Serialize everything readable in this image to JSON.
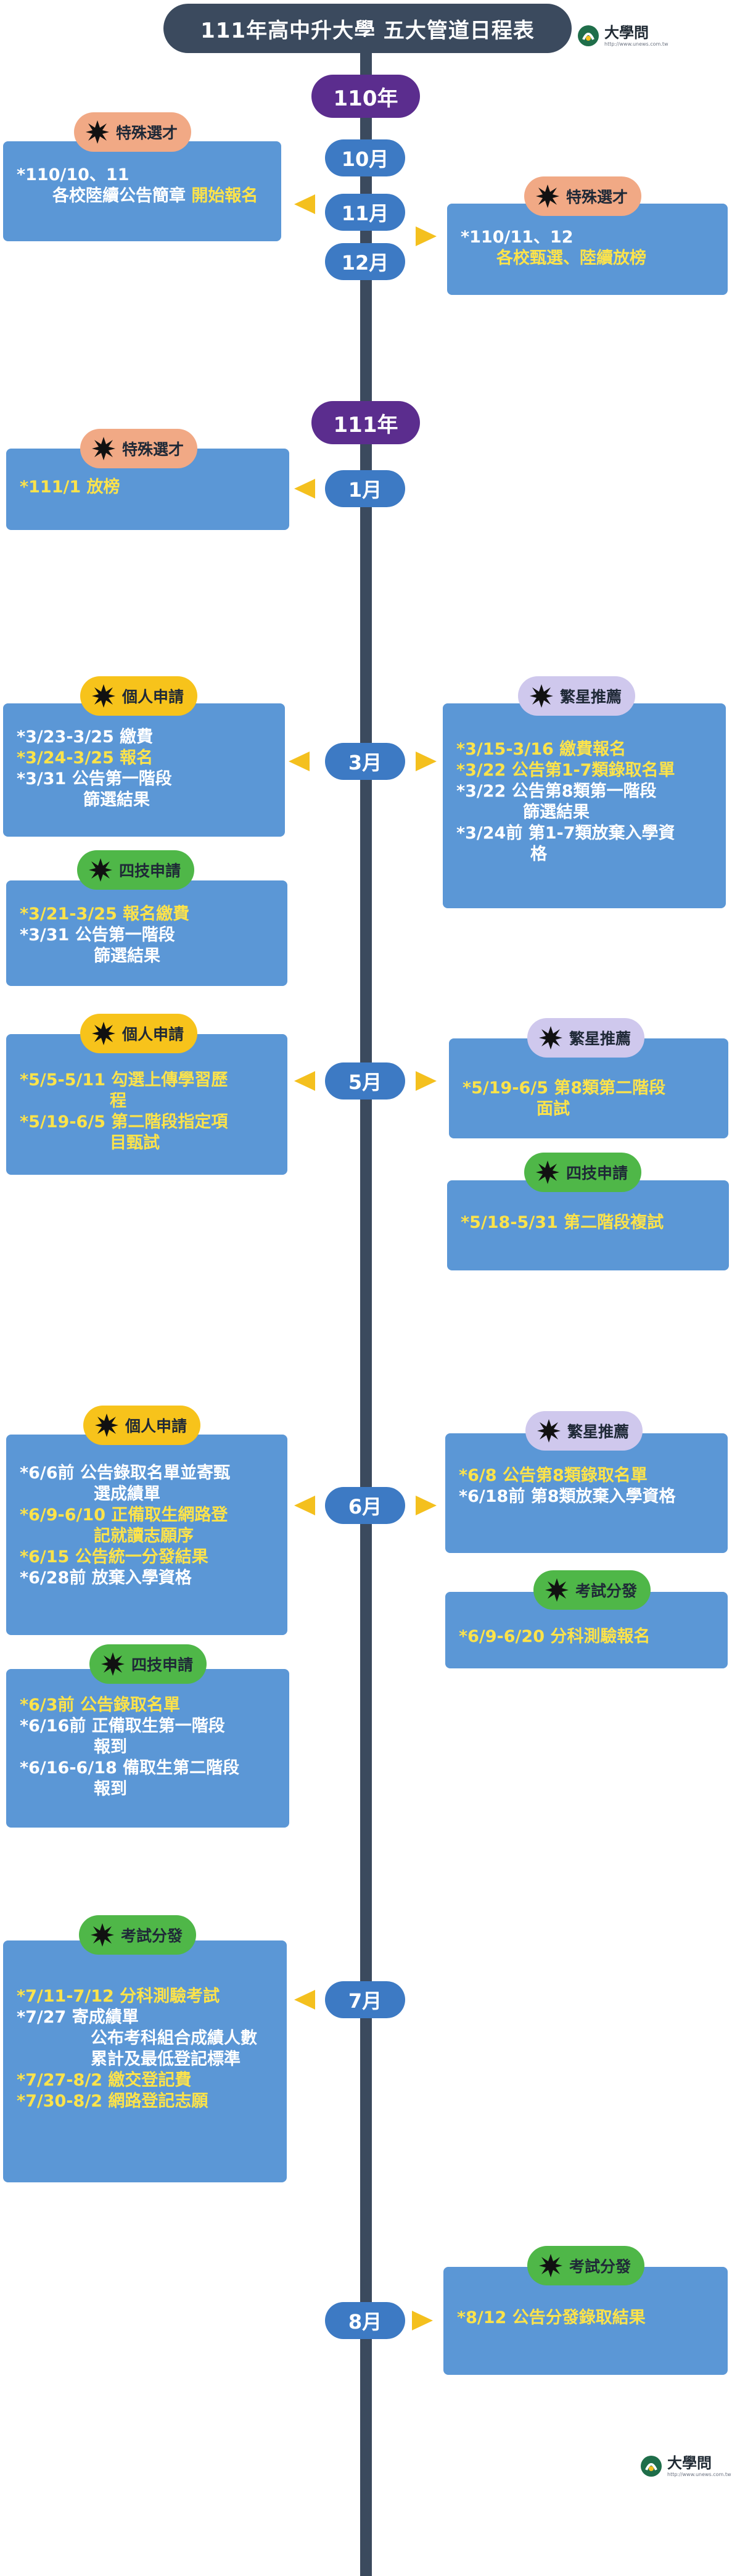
{
  "header": {
    "title": "111年高中升大學  五大管道日程表",
    "brand_name": "大學問",
    "brand_sub": "http://www.unews.com.tw"
  },
  "colors": {
    "timeline": "#3b4a5e",
    "year_pill": "#5b2d8e",
    "month_pill": "#3d7ac4",
    "box": "#5b97d6",
    "highlight_text": "#fde34a",
    "arrow": "#f4c01e",
    "tag_special": "#f1a985",
    "tag_personal": "#f7c31b",
    "tag_star": "#cfc8ed",
    "tag_green": "#4fb748"
  },
  "years": [
    "110年",
    "111年"
  ],
  "months": [
    "10月",
    "11月",
    "12月",
    "1月",
    "3月",
    "5月",
    "6月",
    "7月",
    "8月"
  ],
  "tags": {
    "special": "特殊選才",
    "personal": "個人申請",
    "star": "繁星推薦",
    "tech": "四技申請",
    "exam": "考試分發"
  },
  "boxes": {
    "special_110_left": [
      "*110/10、11",
      "各校陸續公告簡章 ",
      "開始報名"
    ],
    "special_110_right": [
      "*110/11、12",
      "各校甄選、陸續放榜"
    ],
    "special_111": [
      "*111/1 放榜"
    ],
    "personal_mar": [
      "*3/23-3/25 繳費",
      "*3/24-3/25 報名",
      "*3/31 公告第一階段",
      "篩選結果"
    ],
    "star_mar": [
      "*3/15-3/16 繳費報名",
      "*3/22 公告第1-7類錄取名單",
      "*3/22 公告第8類第一階段",
      "篩選結果",
      "*3/24前 第1-7類放棄入學資",
      "格"
    ],
    "tech_mar": [
      "*3/21-3/25 報名繳費",
      "*3/31 公告第一階段",
      "篩選結果"
    ],
    "personal_may": [
      "*5/5-5/11 勾選上傳學習歷",
      "程",
      "*5/19-6/5 第二階段指定項",
      "目甄試"
    ],
    "star_may": [
      "*5/19-6/5  第8類第二階段",
      "面試"
    ],
    "tech_may": [
      "*5/18-5/31 第二階段複試"
    ],
    "personal_jun": [
      "*6/6前 公告錄取名單並寄甄",
      "選成績單",
      "*6/9-6/10 正備取生網路登",
      "記就讀志願序",
      "*6/15 公告統一分發結果",
      "*6/28前 放棄入學資格"
    ],
    "star_jun": [
      "*6/8 公告第8類錄取名單",
      "*6/18前 第8類放棄入學資格"
    ],
    "exam_jun": [
      "*6/9-6/20 分科測驗報名"
    ],
    "tech_jun": [
      "*6/3前 公告錄取名單",
      "*6/16前 正備取生第一階段",
      "報到",
      "*6/16-6/18 備取生第二階段",
      "報到"
    ],
    "exam_jul": [
      "*7/11-7/12 分科測驗考試",
      "*7/27 寄成績單",
      "公布考科組合成績人數",
      "累計及最低登記標準",
      "*7/27-8/2 繳交登記費",
      "*7/30-8/2 網路登記志願"
    ],
    "exam_aug": [
      "*8/12 公告分發錄取結果"
    ]
  }
}
